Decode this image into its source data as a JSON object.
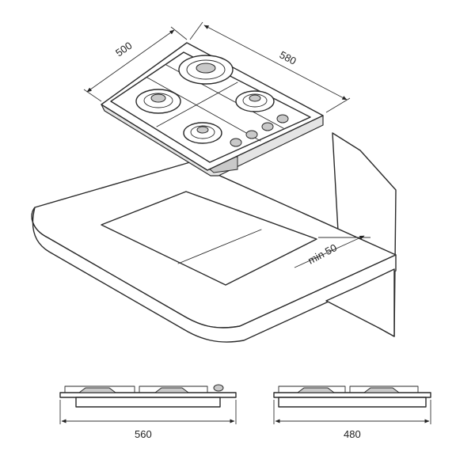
{
  "dimensions": {
    "depth": "500",
    "width": "580",
    "clearance": "min 50",
    "cutout_width": "560",
    "cutout_depth": "480"
  }
}
